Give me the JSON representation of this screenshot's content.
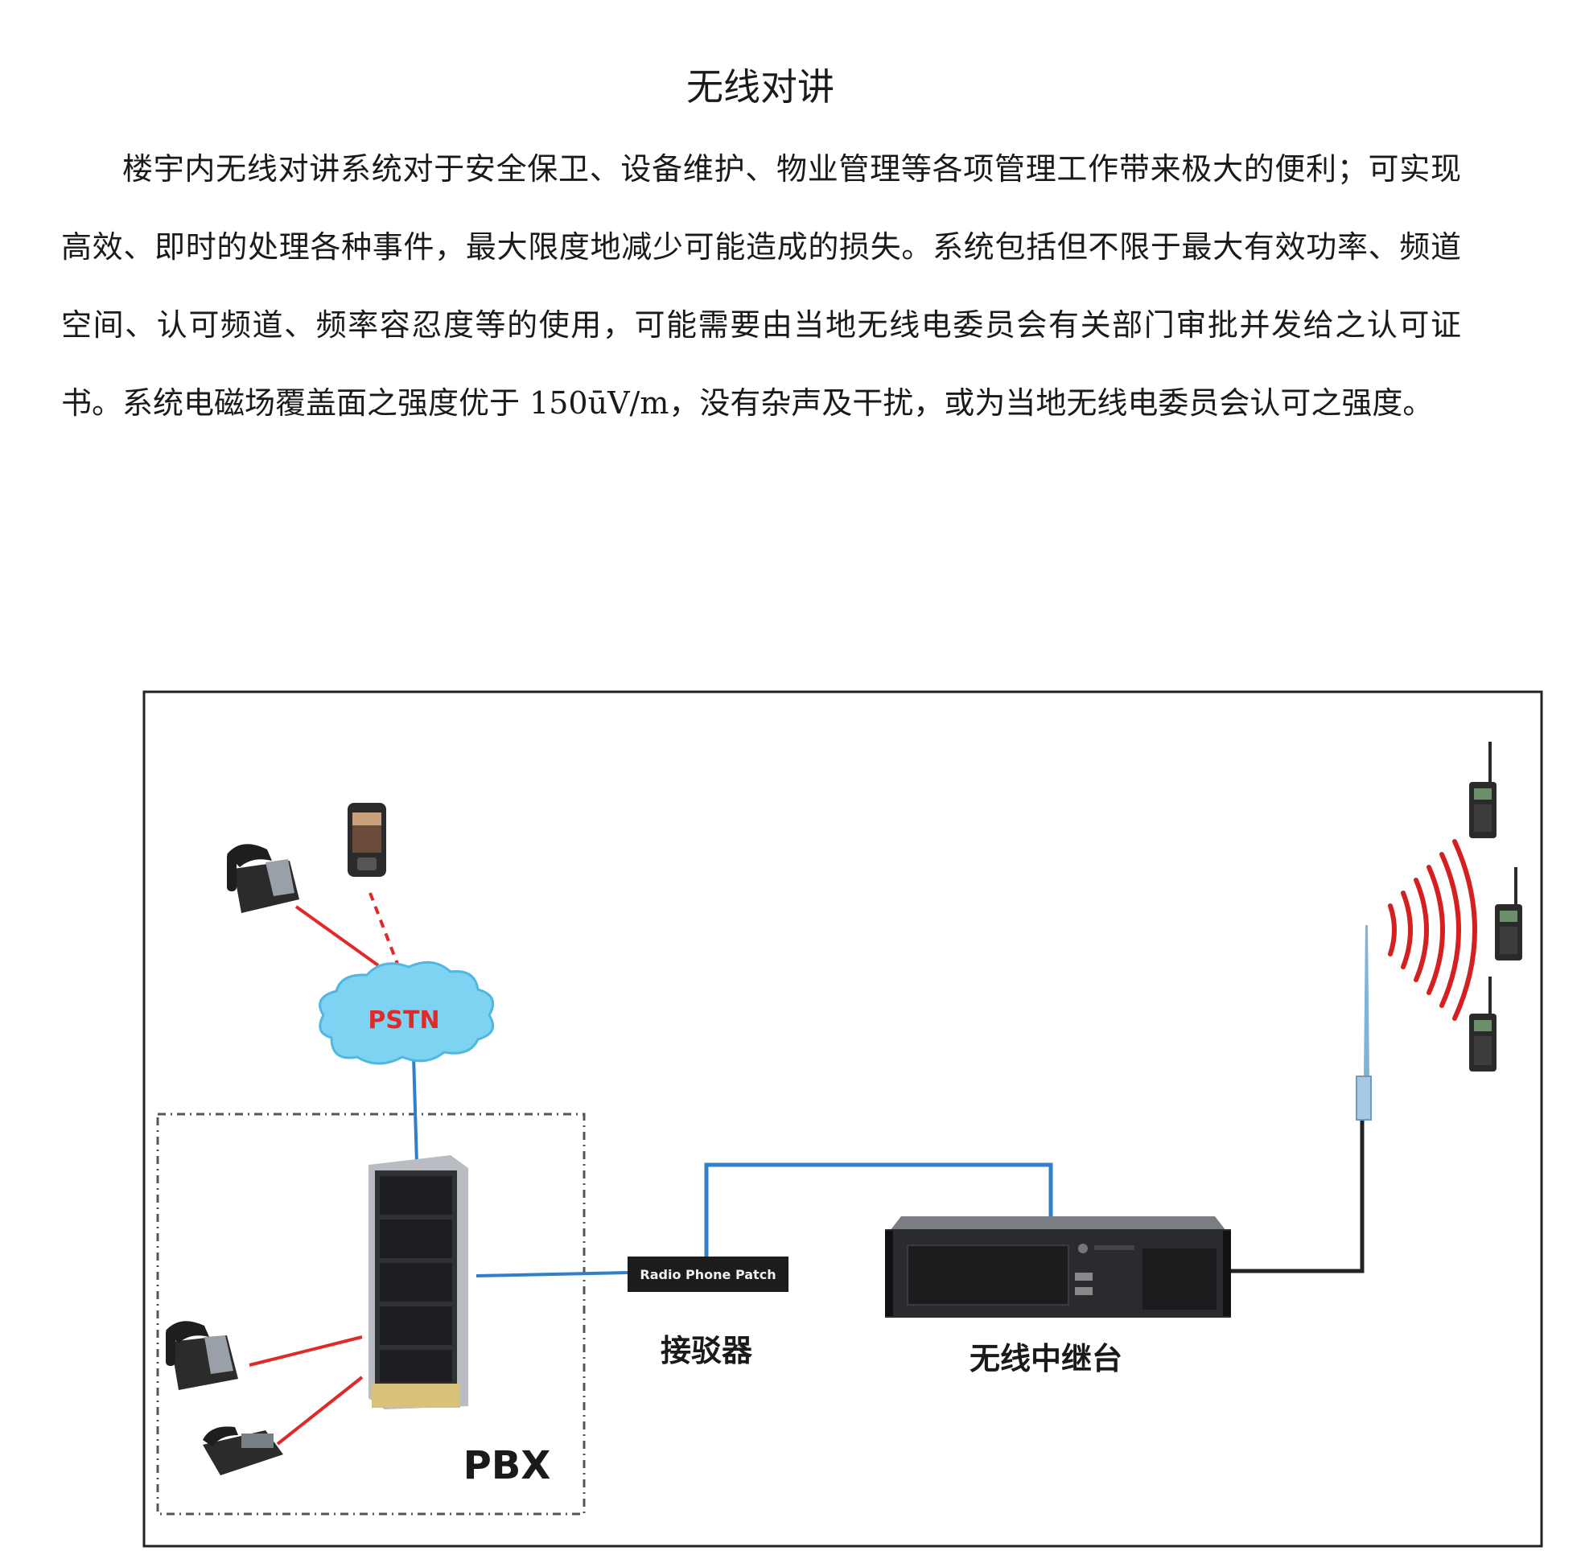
{
  "document": {
    "title": "无线对讲",
    "paragraph": "楼宇内无线对讲系统对于安全保卫、设备维护、物业管理等各项管理工作带来极大的便利；可实现高效、即时的处理各种事件，最大限度地减少可能造成的损失。系统包括但不限于最大有效功率、频道空间、认可频道、频率容忍度等的使用，可能需要由当地无线电委员会有关部门审批并发给之认可证书。系统电磁场覆盖面之强度优于 150ūV/m，没有杂声及干扰，或为当地无线电委员会认可之强度。"
  },
  "diagram": {
    "cloud_label": "PSTN",
    "patch_device_text": "Radio Phone Patch",
    "patch_label": "接驳器",
    "repeater_label": "无线中继台",
    "pbx_label": "PBX",
    "colors": {
      "pstn_link": "#e02a2a",
      "ip_link": "#2f80c8",
      "rf_waves": "#d42020",
      "antenna_cable": "#222222"
    },
    "icons": [
      "desk-phone-icon",
      "mobile-phone-icon",
      "cloud-icon",
      "server-rack-icon",
      "ip-phone-icon",
      "radio-repeater-icon",
      "antenna-icon",
      "walkie-talkie-icon",
      "radio-wave-icon"
    ]
  }
}
